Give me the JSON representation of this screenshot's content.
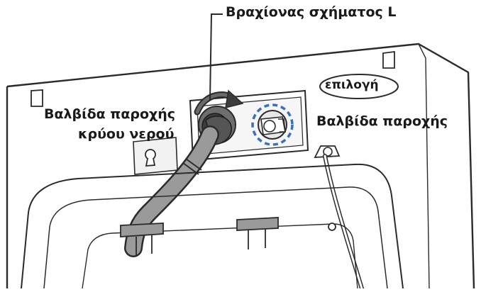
{
  "labels": {
    "l_bracket": "Βραχίονας σχήματος L",
    "cold_valve_line1": "Βαλβίδα παροχής",
    "cold_valve_line2": "κρύου νερού",
    "option": "επιλογή",
    "supply_valve": "Βαλβίδα παροχής"
  },
  "colors": {
    "line": "#2b2b2b",
    "hose_fill": "#9a9a9a",
    "valve_dark": "#3c3c3c",
    "dashed_circle": "#3b6fb6",
    "panel_shadow": "#d9d9d9"
  },
  "icons": {
    "rotation_arrow": "curved-arrow-icon",
    "screw_hole": "keyhole-icon"
  }
}
